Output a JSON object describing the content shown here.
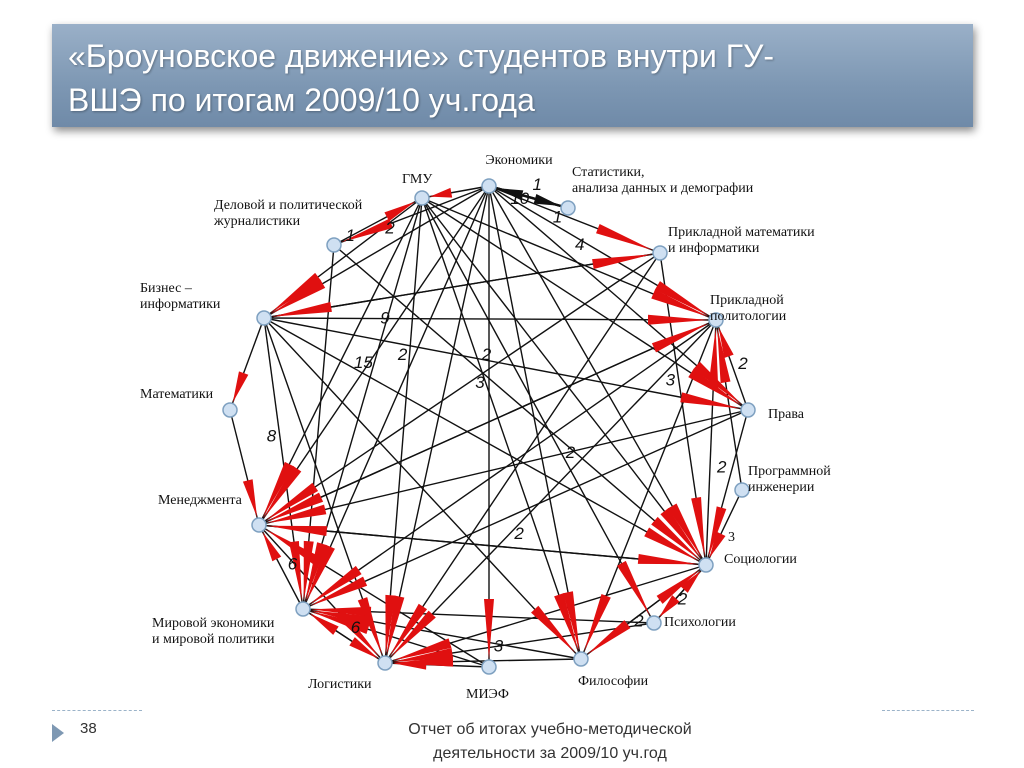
{
  "title": {
    "line1": "«Броуновское движение» студентов внутри ГУ-",
    "line2": "ВШЭ по итогам 2009/10 уч.года"
  },
  "footer": {
    "page_number": "38",
    "line1": "Отчет об итогах учебно-методической",
    "line2": "деятельности за 2009/10 уч.год"
  },
  "diagram": {
    "nodes": [
      {
        "id": "econ",
        "label": [
          "Экономики"
        ]
      },
      {
        "id": "stat",
        "label": [
          "Статистики,",
          "анализа данных и демографии"
        ]
      },
      {
        "id": "pmi",
        "label": [
          "Прикладной математики",
          "и информатики"
        ]
      },
      {
        "id": "polit",
        "label": [
          "Прикладной",
          "политологии"
        ]
      },
      {
        "id": "pravo",
        "label": [
          "Права"
        ]
      },
      {
        "id": "prog",
        "label": [
          "Программной",
          "инженерии"
        ]
      },
      {
        "id": "soc",
        "label": [
          "Социологии"
        ]
      },
      {
        "id": "psy",
        "label": [
          "Психологии"
        ]
      },
      {
        "id": "phil",
        "label": [
          "Философии"
        ]
      },
      {
        "id": "miep",
        "label": [
          "МИЭФ"
        ]
      },
      {
        "id": "log",
        "label": [
          "Логистики"
        ]
      },
      {
        "id": "mir",
        "label": [
          "Мировой экономики",
          "и мировой политики"
        ]
      },
      {
        "id": "man",
        "label": [
          "Менеджмента"
        ]
      },
      {
        "id": "mat",
        "label": [
          "Математики"
        ]
      },
      {
        "id": "biz",
        "label": [
          "Бизнес –",
          "информатики"
        ]
      },
      {
        "id": "jour",
        "label": [
          "Деловой и политической",
          "журналистики"
        ]
      },
      {
        "id": "gmu",
        "label": [
          "ГМУ"
        ]
      }
    ],
    "edges": [
      {
        "from": "stat",
        "to": "econ",
        "w": "1",
        "arrow": "bold"
      },
      {
        "from": "econ",
        "to": "stat",
        "w": "10",
        "arrow": "bold"
      },
      {
        "from": "econ",
        "to": "pmi",
        "w": "1"
      },
      {
        "from": "econ",
        "to": "polit",
        "w": "4"
      },
      {
        "from": "econ",
        "to": "gmu",
        "w": ""
      },
      {
        "from": "econ",
        "to": "jour",
        "w": ""
      },
      {
        "from": "econ",
        "to": "biz",
        "w": "2"
      },
      {
        "from": "econ",
        "to": "man",
        "w": "9"
      },
      {
        "from": "econ",
        "to": "mir",
        "w": "2"
      },
      {
        "from": "econ",
        "to": "log",
        "w": ""
      },
      {
        "from": "econ",
        "to": "miep",
        "w": "3"
      },
      {
        "from": "econ",
        "to": "soc",
        "w": ""
      },
      {
        "from": "econ",
        "to": "pravo",
        "w": ""
      },
      {
        "from": "econ",
        "to": "phil",
        "w": ""
      },
      {
        "from": "gmu",
        "to": "polit",
        "w": ""
      },
      {
        "from": "gmu",
        "to": "mir",
        "w": "15"
      },
      {
        "from": "gmu",
        "to": "log",
        "w": ""
      },
      {
        "from": "gmu",
        "to": "soc",
        "w": ""
      },
      {
        "from": "gmu",
        "to": "phil",
        "w": ""
      },
      {
        "from": "gmu",
        "to": "psy",
        "w": ""
      },
      {
        "from": "gmu",
        "to": "man",
        "w": ""
      },
      {
        "from": "gmu",
        "to": "biz",
        "w": "1"
      },
      {
        "from": "gmu",
        "to": "pravo",
        "w": ""
      },
      {
        "from": "jour",
        "to": "gmu",
        "w": ""
      },
      {
        "from": "jour",
        "to": "soc",
        "w": ""
      },
      {
        "from": "jour",
        "to": "mir",
        "w": ""
      },
      {
        "from": "biz",
        "to": "polit",
        "w": ""
      },
      {
        "from": "biz",
        "to": "pravo",
        "w": ""
      },
      {
        "from": "biz",
        "to": "soc",
        "w": ""
      },
      {
        "from": "biz",
        "to": "log",
        "w": ""
      },
      {
        "from": "biz",
        "to": "phil",
        "w": ""
      },
      {
        "from": "biz",
        "to": "mir",
        "w": "8"
      },
      {
        "from": "biz",
        "to": "mat",
        "w": ""
      },
      {
        "from": "biz",
        "to": "pmi",
        "w": ""
      },
      {
        "from": "pmi",
        "to": "man",
        "w": "2"
      },
      {
        "from": "pmi",
        "to": "log",
        "w": ""
      },
      {
        "from": "pmi",
        "to": "soc",
        "w": "3"
      },
      {
        "from": "pmi",
        "to": "biz",
        "w": ""
      },
      {
        "from": "polit",
        "to": "man",
        "w": ""
      },
      {
        "from": "polit",
        "to": "mir",
        "w": ""
      },
      {
        "from": "polit",
        "to": "log",
        "w": "2"
      },
      {
        "from": "polit",
        "to": "phil",
        "w": ""
      },
      {
        "from": "pravo",
        "to": "polit",
        "w": "2"
      },
      {
        "from": "pravo",
        "to": "soc",
        "w": "2"
      },
      {
        "from": "pravo",
        "to": "mir",
        "w": ""
      },
      {
        "from": "pravo",
        "to": "man",
        "w": ""
      },
      {
        "from": "prog",
        "to": "polit",
        "w": ""
      },
      {
        "from": "prog",
        "to": "soc",
        "w": ""
      },
      {
        "from": "soc",
        "to": "polit",
        "w": ""
      },
      {
        "from": "soc",
        "to": "man",
        "w": "2"
      },
      {
        "from": "soc",
        "to": "psy",
        "w": ""
      },
      {
        "from": "soc",
        "to": "phil",
        "w": ""
      },
      {
        "from": "soc",
        "to": "log",
        "w": ""
      },
      {
        "from": "psy",
        "to": "soc",
        "w": "2"
      },
      {
        "from": "psy",
        "to": "log",
        "w": ""
      },
      {
        "from": "psy",
        "to": "mir",
        "w": ""
      },
      {
        "from": "phil",
        "to": "soc",
        "w": "2"
      },
      {
        "from": "phil",
        "to": "mir",
        "w": ""
      },
      {
        "from": "phil",
        "to": "log",
        "w": "3"
      },
      {
        "from": "miep",
        "to": "log",
        "w": ""
      },
      {
        "from": "miep",
        "to": "mir",
        "w": ""
      },
      {
        "from": "miep",
        "to": "man",
        "w": ""
      },
      {
        "from": "log",
        "to": "mir",
        "w": "6"
      },
      {
        "from": "mir",
        "to": "man",
        "w": "6"
      },
      {
        "from": "mir",
        "to": "log",
        "w": ""
      },
      {
        "from": "man",
        "to": "polit",
        "w": ""
      },
      {
        "from": "man",
        "to": "soc",
        "w": ""
      },
      {
        "from": "man",
        "to": "log",
        "w": ""
      },
      {
        "from": "mat",
        "to": "man",
        "w": ""
      }
    ],
    "side_numbers": [
      {
        "text": "3",
        "near": "soc"
      }
    ],
    "colors": {
      "arrow": "#e01010",
      "edge": "#111111",
      "node_fill": "#cfe0f2",
      "node_stroke": "#7ea0c0"
    }
  }
}
